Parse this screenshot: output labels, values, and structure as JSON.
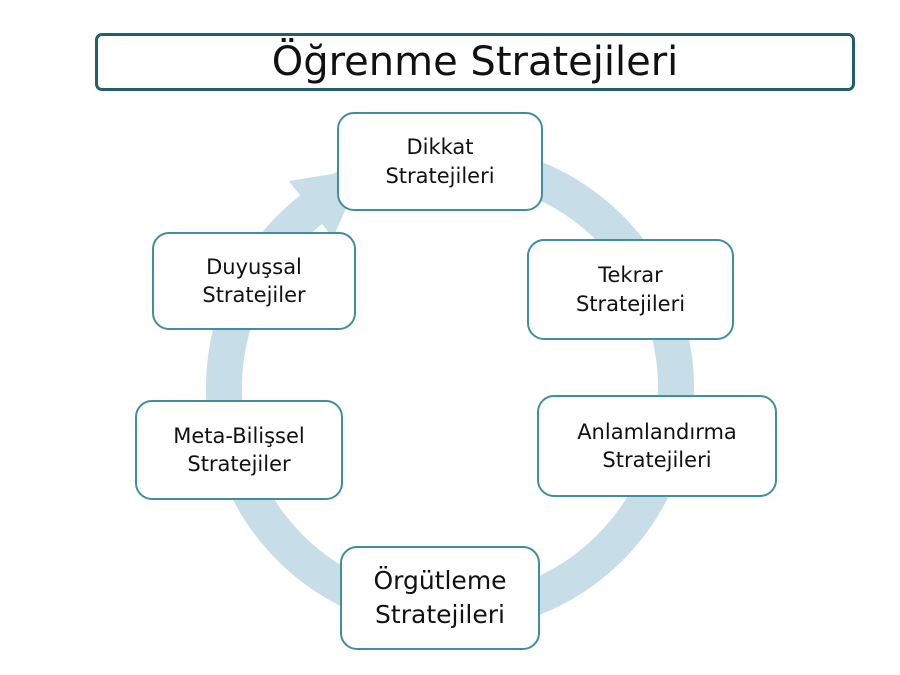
{
  "title": "Öğrenme Stratejileri",
  "colors": {
    "ring": "#c7dee8",
    "node_border": "#3f8fa0",
    "title_border": "#215f6d",
    "text": "#111111",
    "background": "#ffffff"
  },
  "cycle": {
    "direction": "clockwise",
    "arrowhead": "top-left pointing toward Dikkat Stratejileri"
  },
  "nodes": [
    {
      "id": "dikkat",
      "label": "Dikkat\nStratejileri"
    },
    {
      "id": "tekrar",
      "label": "Tekrar\nStratejileri"
    },
    {
      "id": "anlamlandirma",
      "label": "Anlamlandırma\nStratejileri"
    },
    {
      "id": "orgutleme",
      "label": "Örgütleme\nStratejileri"
    },
    {
      "id": "metabilissel",
      "label": "Meta-Bilişsel\nStratejiler"
    },
    {
      "id": "duyussal",
      "label": "Duyuşsal\nStratejiler"
    }
  ]
}
